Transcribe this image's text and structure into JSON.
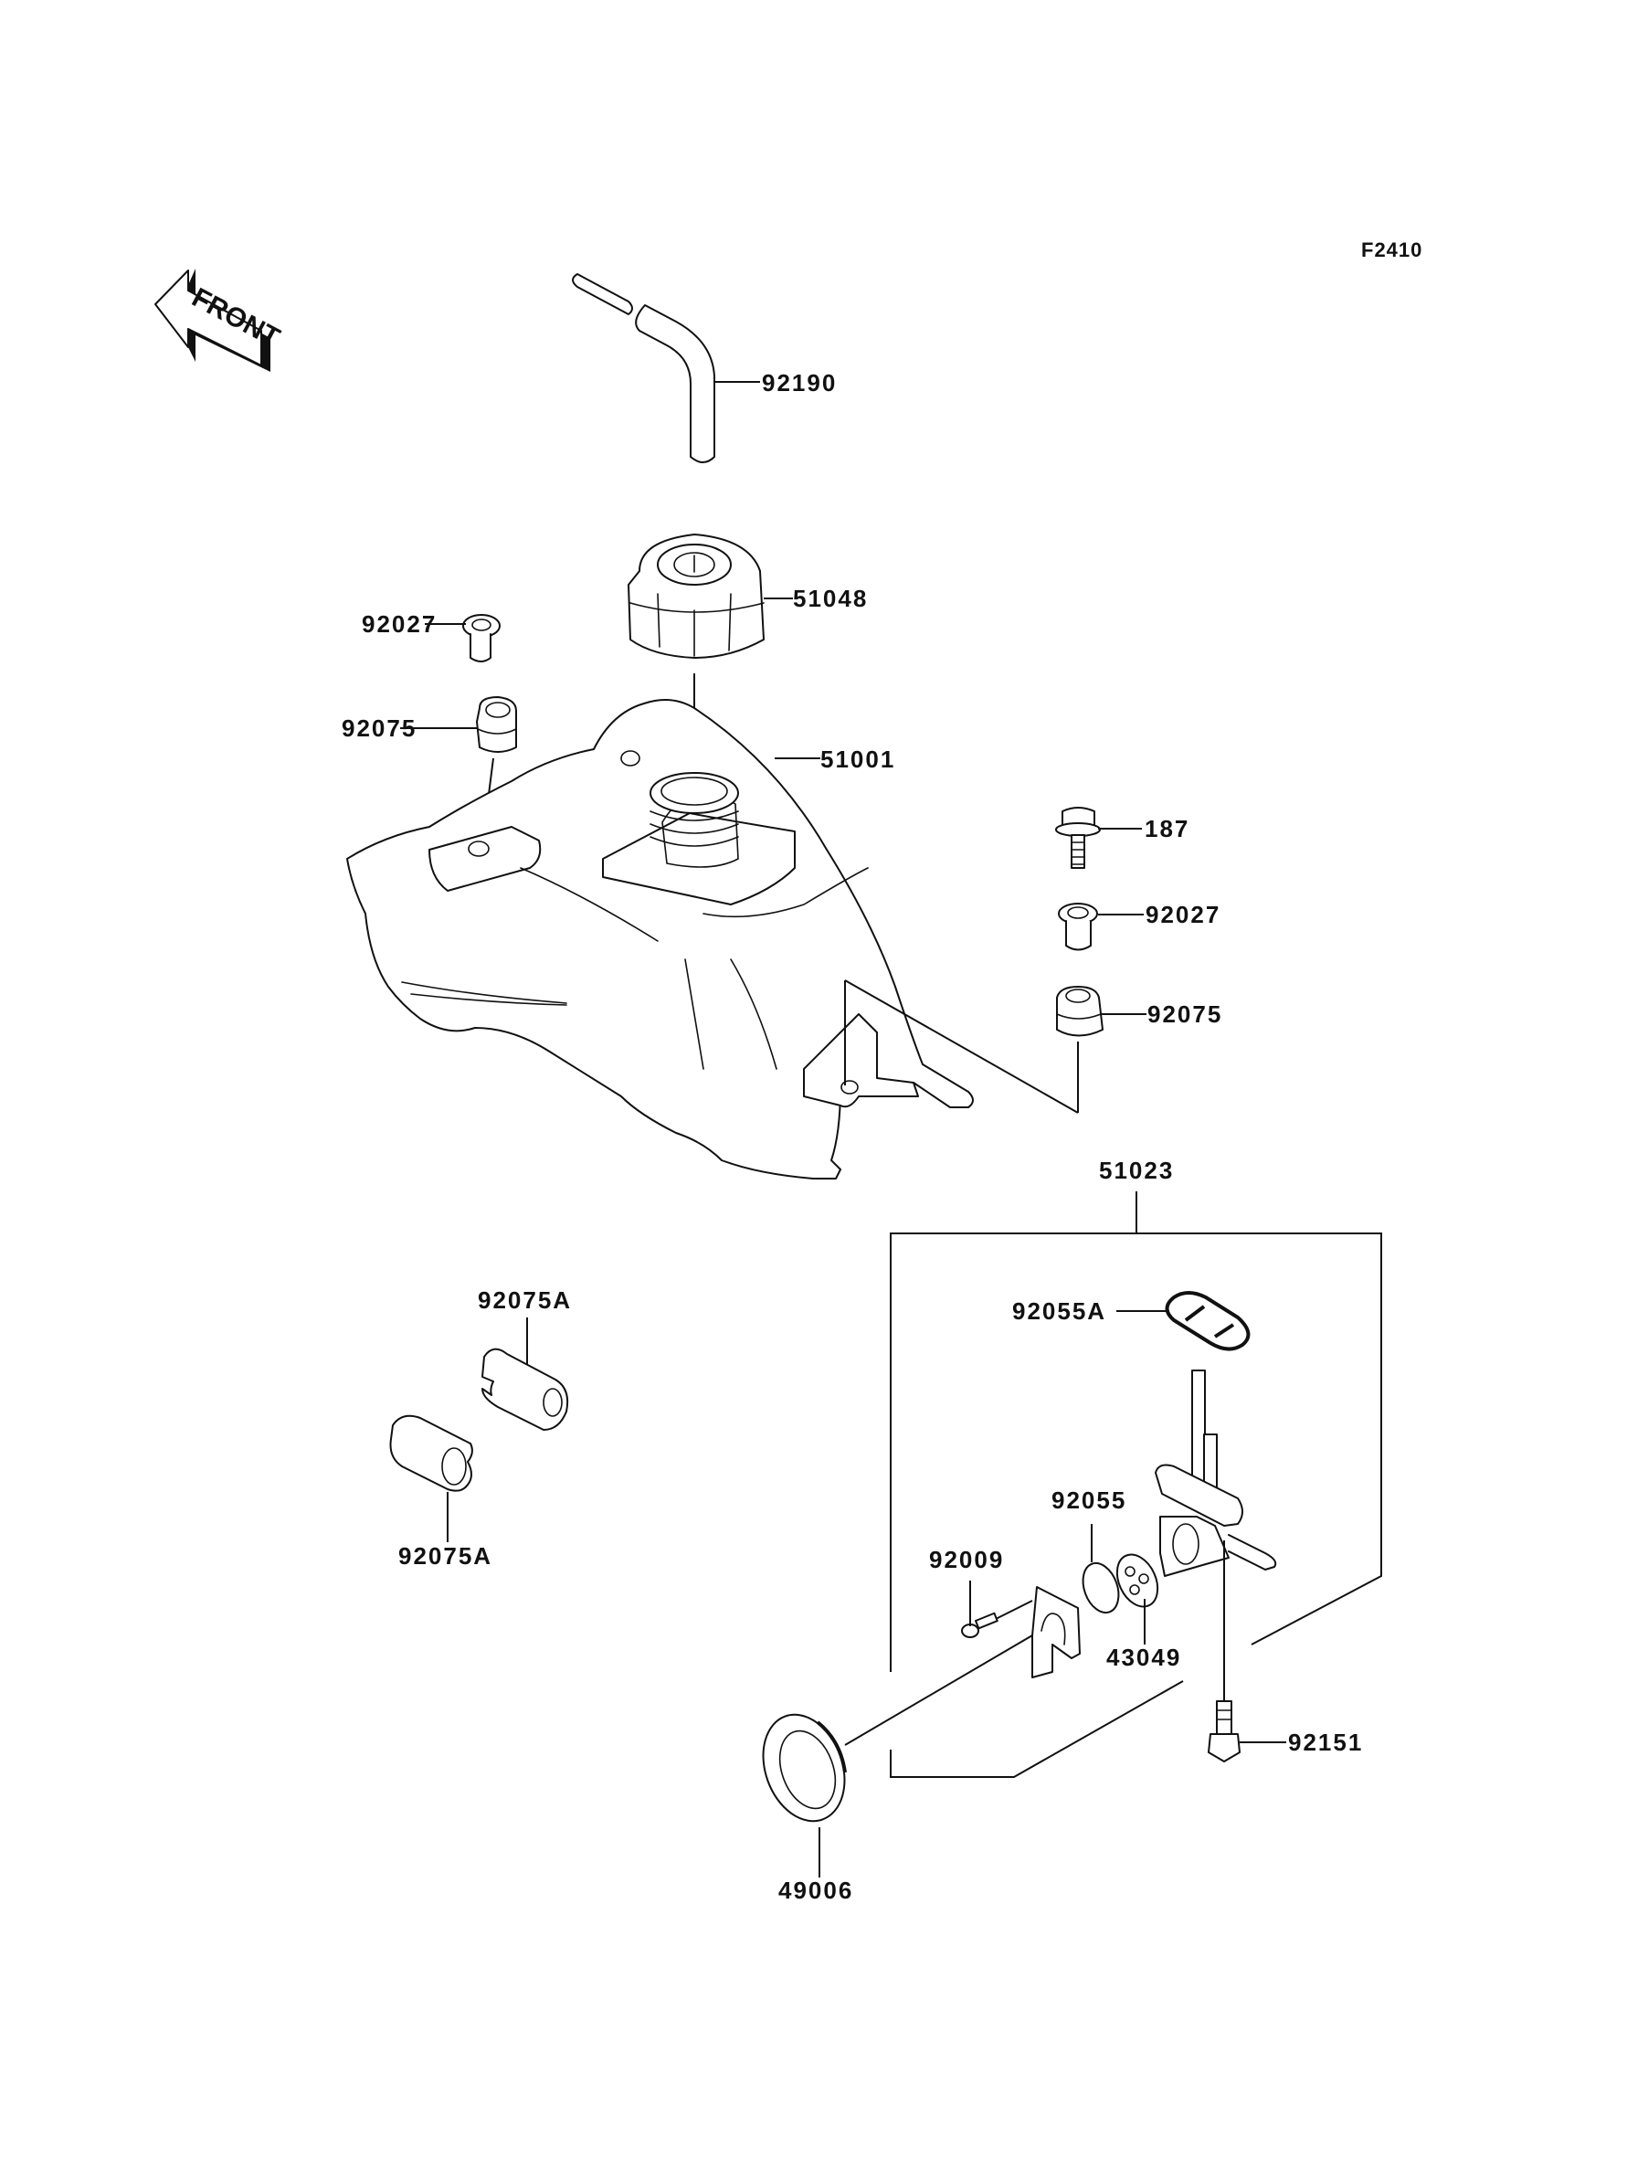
{
  "diagram": {
    "figure_code": "F2410",
    "direction_indicator": {
      "label": "FRONT",
      "icon": "front-arrow-icon"
    },
    "parts": [
      {
        "id": "92190",
        "label": "92190",
        "description": "breather hose"
      },
      {
        "id": "51048",
        "label": "51048",
        "description": "fuel tank cap"
      },
      {
        "id": "92027-left",
        "label": "92027",
        "description": "collar"
      },
      {
        "id": "92075-left",
        "label": "92075",
        "description": "damper"
      },
      {
        "id": "51001",
        "label": "51001",
        "description": "fuel tank"
      },
      {
        "id": "187",
        "label": "187",
        "description": "bolt with washer"
      },
      {
        "id": "92027-right",
        "label": "92027",
        "description": "collar"
      },
      {
        "id": "92075-right",
        "label": "92075",
        "description": "damper"
      },
      {
        "id": "92075A-top",
        "label": "92075A",
        "description": "damper"
      },
      {
        "id": "92075A-bottom",
        "label": "92075A",
        "description": "damper"
      },
      {
        "id": "51023",
        "label": "51023",
        "description": "fuel cock assembly"
      },
      {
        "id": "92055A",
        "label": "92055A",
        "description": "gasket"
      },
      {
        "id": "92055",
        "label": "92055",
        "description": "o-ring"
      },
      {
        "id": "92009",
        "label": "92009",
        "description": "screw"
      },
      {
        "id": "43049",
        "label": "43049",
        "description": "valve"
      },
      {
        "id": "92151",
        "label": "92151",
        "description": "drain bolt"
      },
      {
        "id": "49006",
        "label": "49006",
        "description": "fuel filter"
      }
    ]
  }
}
